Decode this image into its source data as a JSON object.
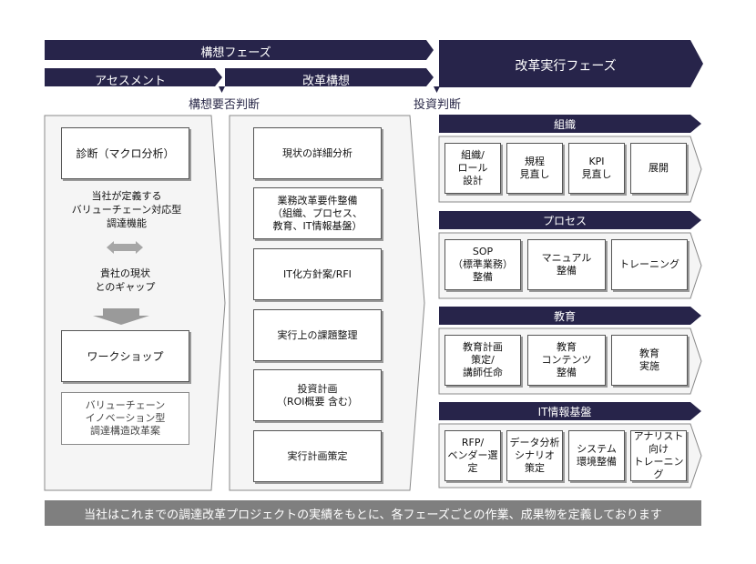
{
  "colors": {
    "navy": "#27244a",
    "panel_fill": "#f5f5f5",
    "panel_stroke": "#8a8a8a",
    "arrow_grey": "#9a9a9a",
    "footer_bg": "#7f7f7f"
  },
  "phases": {
    "concept": "構想フェーズ",
    "assessment": "アセスメント",
    "reform_concept": "改革構想",
    "execution": "改革実行フェーズ"
  },
  "milestones": {
    "concept_decision": "構想要否判断",
    "investment_decision": "投資判断"
  },
  "assessment_column": {
    "diagnosis": "診断（マクロ分析）",
    "defined_text": "当社が定義する\nバリューチェーン対応型\n調達機能",
    "gap_text": "貴社の現状\nとのギャップ",
    "workshop": "ワークショップ",
    "proposal": "バリューチェーン\nイノベーション型\n調達構造改革案"
  },
  "reform_column": {
    "items": [
      "現状の詳細分析",
      "業務改革要件整備\n（組織、プロセス、\n教育、IT情報基盤）",
      "IT化方針案/RFI",
      "実行上の課題整理",
      "投資計画\n（ROI概要 含む）",
      "実行計画策定"
    ]
  },
  "execution_sections": [
    {
      "title": "組織",
      "items": [
        "組織/\nロール\n設計",
        "規程\n見直し",
        "KPI\n見直し",
        "展開"
      ]
    },
    {
      "title": "プロセス",
      "items": [
        "SOP\n（標準業務）\n整備",
        "マニュアル\n整備",
        "トレーニング"
      ]
    },
    {
      "title": "教育",
      "items": [
        "教育計画\n策定/\n講師任命",
        "教育\nコンテンツ\n整備",
        "教育\n実施"
      ]
    },
    {
      "title": "IT情報基盤",
      "items": [
        "RFP/\nベンダー選定",
        "データ分析\nシナリオ\n策定",
        "システム\n環境整備",
        "アナリスト\n向け\nトレーニング"
      ]
    }
  ],
  "footer": "当社はこれまでの調達改革プロジェクトの実績をもとに、各フェーズごとの作業、成果物を定義しております"
}
